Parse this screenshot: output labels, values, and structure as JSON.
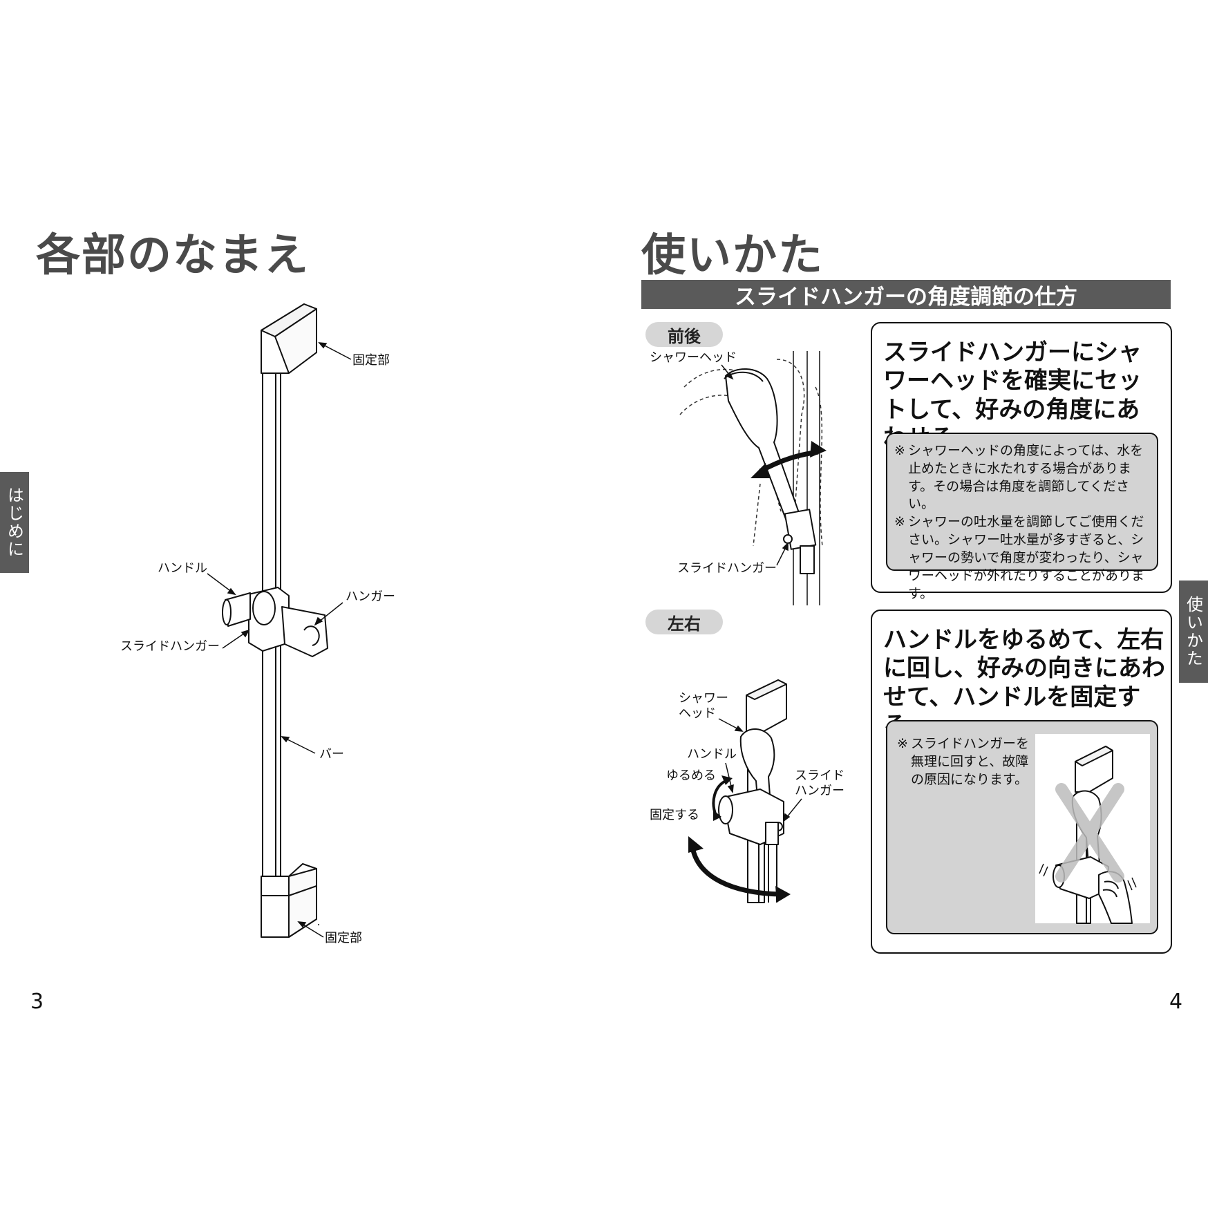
{
  "left_page": {
    "title": "各部のなまえ",
    "side_tab": "はじめに",
    "labels": {
      "fixed_top": "固定部",
      "handle": "ハンドル",
      "hanger": "ハンガー",
      "slide_hanger": "スライドハンガー",
      "bar": "バー",
      "fixed_bottom": "固定部"
    },
    "page_number": "3"
  },
  "right_page": {
    "title": "使いかた",
    "side_tab": "使いかた",
    "section_header": "スライドハンガーの角度調節の仕方",
    "front_back": {
      "pill": "前後",
      "label_shower_head": "シャワーヘッド",
      "label_slide_hanger": "スライドハンガー",
      "heading": "スライドハンガーにシャワーヘッドを確実にセットして、好みの角度にあわせる。",
      "notes": [
        "シャワーヘッドの角度によっては、水を止めたときに水たれする場合があります。その場合は角度を調節してください。",
        "シャワーの吐水量を調節してご使用ください。シャワー吐水量が多すぎると、シャワーの勢いで角度が変わったり、シャワーヘッドが外れたりすることがあります。"
      ],
      "note_mark": "※"
    },
    "left_right": {
      "pill": "左右",
      "label_shower_head": "シャワー\nヘッド",
      "label_handle": "ハンドル",
      "label_loosen": "ゆるめる",
      "label_fix": "固定する",
      "label_slide_hanger": "スライド\nハンガー",
      "heading": "ハンドルをゆるめて、左右に回し、好みの向きにあわせて、ハンドルを固定する。",
      "note": "スライドハンガーを無理に回すと、故障の原因になります。",
      "note_mark": "※"
    },
    "page_number": "4"
  }
}
